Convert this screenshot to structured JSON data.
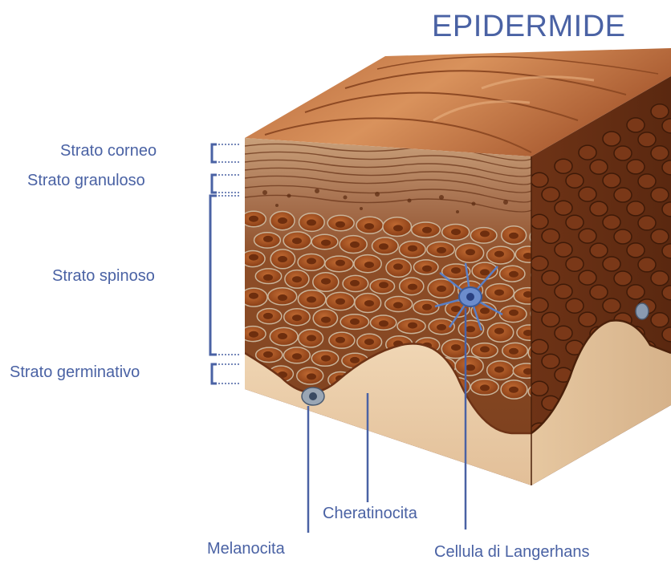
{
  "title": "EPIDERMIDE",
  "layers": [
    {
      "id": "corneo",
      "label": "Strato corneo"
    },
    {
      "id": "granuloso",
      "label": "Strato granuloso"
    },
    {
      "id": "spinoso",
      "label": "Strato spinoso"
    },
    {
      "id": "germinativo",
      "label": "Strato germinativo"
    }
  ],
  "cells": [
    {
      "id": "cheratinocita",
      "label": "Cheratinocita"
    },
    {
      "id": "melanocita",
      "label": "Melanocita"
    },
    {
      "id": "langerhans",
      "label": "Cellula di Langerhans"
    }
  ],
  "colors": {
    "label": "#4a62a4",
    "top_surface": "#c97a48",
    "cornified": "#b88a62",
    "cell_body": "#9a4a1e",
    "cell_nucleus": "#7a3410",
    "dermis": "#e8c9a4",
    "langerhans": "#5a7fc4"
  }
}
